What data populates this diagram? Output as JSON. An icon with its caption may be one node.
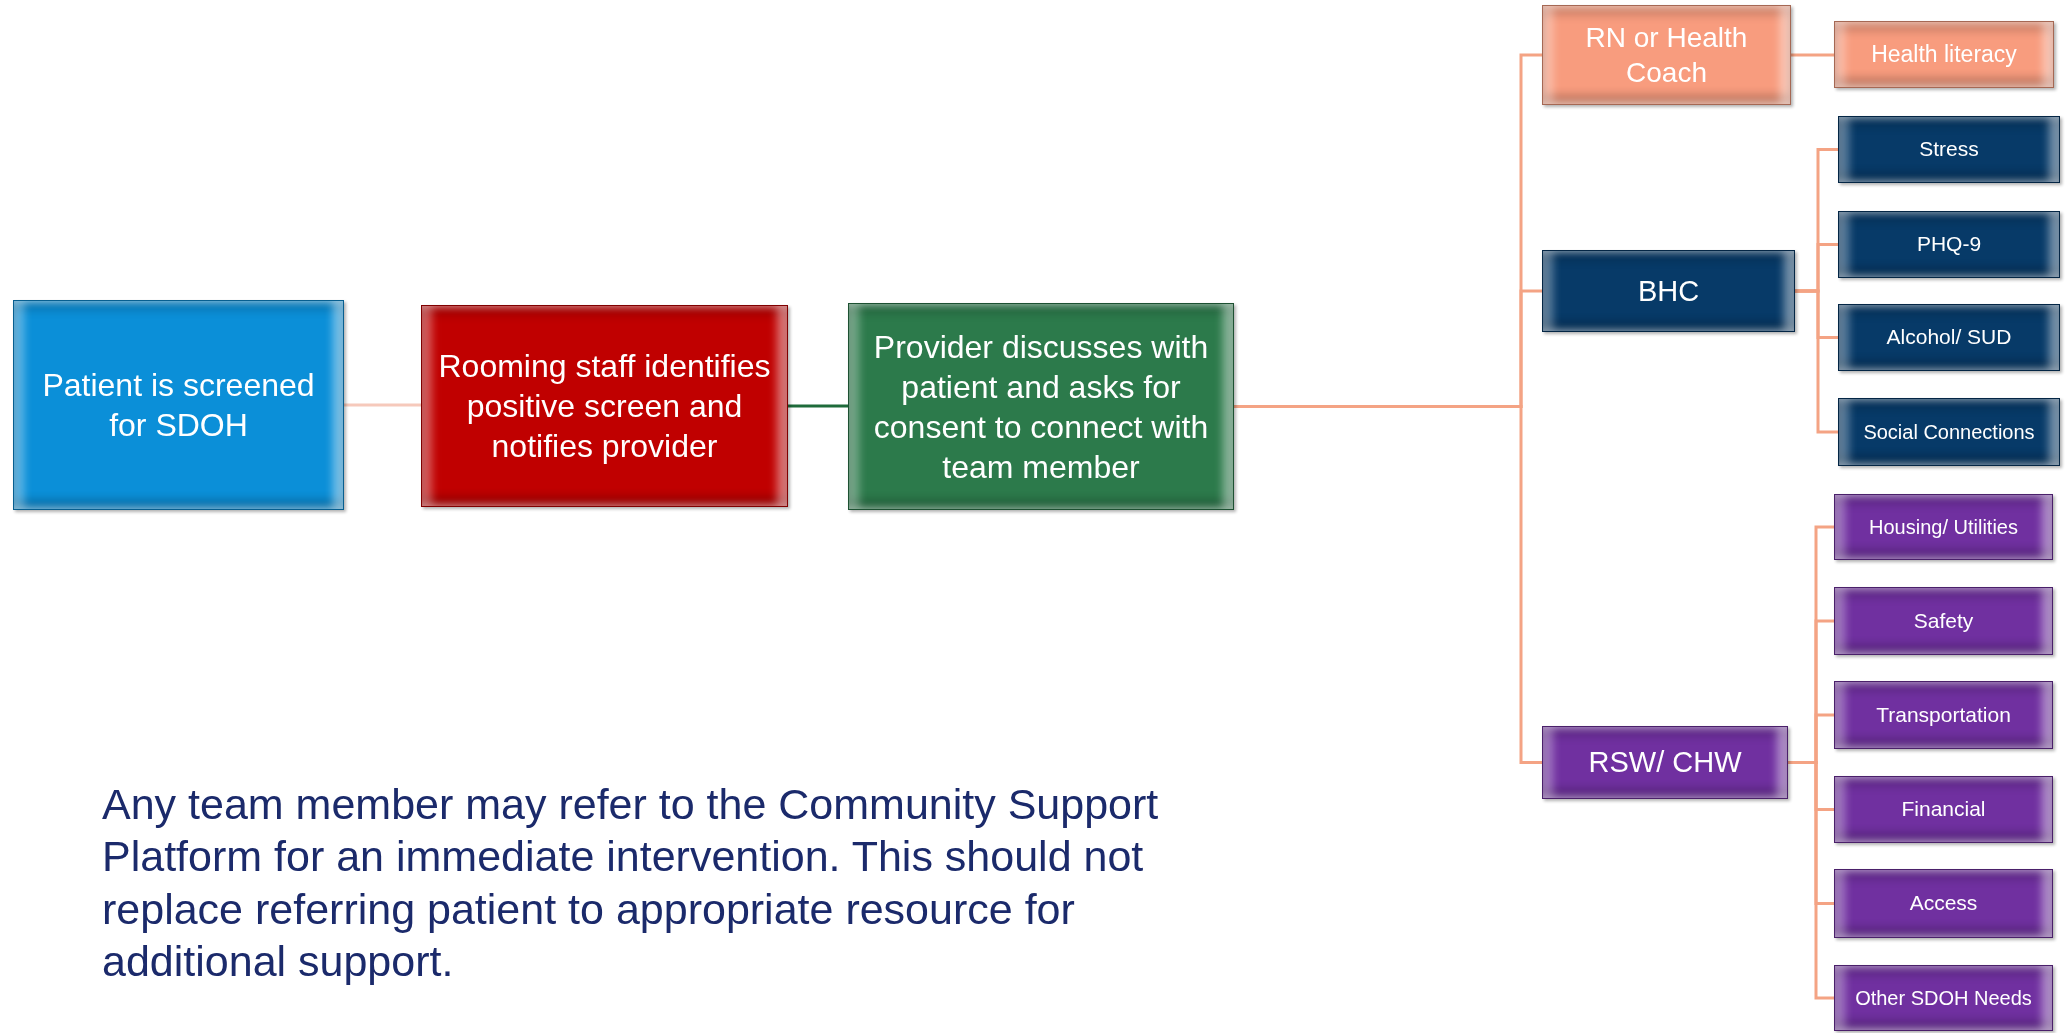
{
  "diagram": {
    "nodes": [
      {
        "text": [
          "Patient is screened for SDOH"
        ]
      },
      {
        "text": [
          "Rooming staff identifies positive screen and notifies provider"
        ]
      },
      {
        "text": [
          "Provider discusses with patient and asks for consent to connect with team member"
        ]
      },
      {
        "text": [
          "RN or Health Coach"
        ]
      },
      {
        "text": [
          "Health literacy"
        ]
      },
      {
        "text": [
          "BHC"
        ]
      },
      {
        "text": [
          "Stress"
        ]
      },
      {
        "text": [
          "PHQ-9"
        ]
      },
      {
        "text": [
          "Alcohol/ SUD"
        ]
      },
      {
        "text": [
          "Social Connections"
        ]
      },
      {
        "text": [
          "RSW/ CHW"
        ]
      },
      {
        "text": [
          "Housing/ Utilities"
        ]
      },
      {
        "text": [
          "Safety"
        ]
      },
      {
        "text": [
          "Transportation"
        ]
      },
      {
        "text": [
          "Financial"
        ]
      },
      {
        "text": [
          "Access"
        ]
      },
      {
        "text": [
          "Other SDOH Needs"
        ]
      }
    ],
    "edges": [
      {
        "from": 0,
        "to": 1,
        "arrow": "none",
        "color": "#f6c9bb"
      },
      {
        "from": 1,
        "to": 2,
        "arrow": "none",
        "color": "#1e6b3a"
      },
      {
        "from": 2,
        "to": 3,
        "arrow": "none"
      },
      {
        "from": 2,
        "to": 5,
        "arrow": "none"
      },
      {
        "from": 2,
        "to": 10,
        "arrow": "none"
      },
      {
        "from": 3,
        "to": 4,
        "arrow": "none"
      },
      {
        "from": 5,
        "to": 6,
        "arrow": "none"
      },
      {
        "from": 5,
        "to": 7,
        "arrow": "none"
      },
      {
        "from": 5,
        "to": 8,
        "arrow": "none"
      },
      {
        "from": 5,
        "to": 9,
        "arrow": "none"
      },
      {
        "from": 10,
        "to": 11,
        "arrow": "none"
      },
      {
        "from": 10,
        "to": 12,
        "arrow": "none"
      },
      {
        "from": 10,
        "to": 13,
        "arrow": "none"
      },
      {
        "from": 10,
        "to": 14,
        "arrow": "none"
      },
      {
        "from": 10,
        "to": 15,
        "arrow": "none"
      },
      {
        "from": 10,
        "to": 16,
        "arrow": "none"
      }
    ],
    "labels": [
      "Any team member may refer to the Community Support Platform for an immediate intervention. This should not replace referring patient to appropriate resource for additional support."
    ]
  }
}
